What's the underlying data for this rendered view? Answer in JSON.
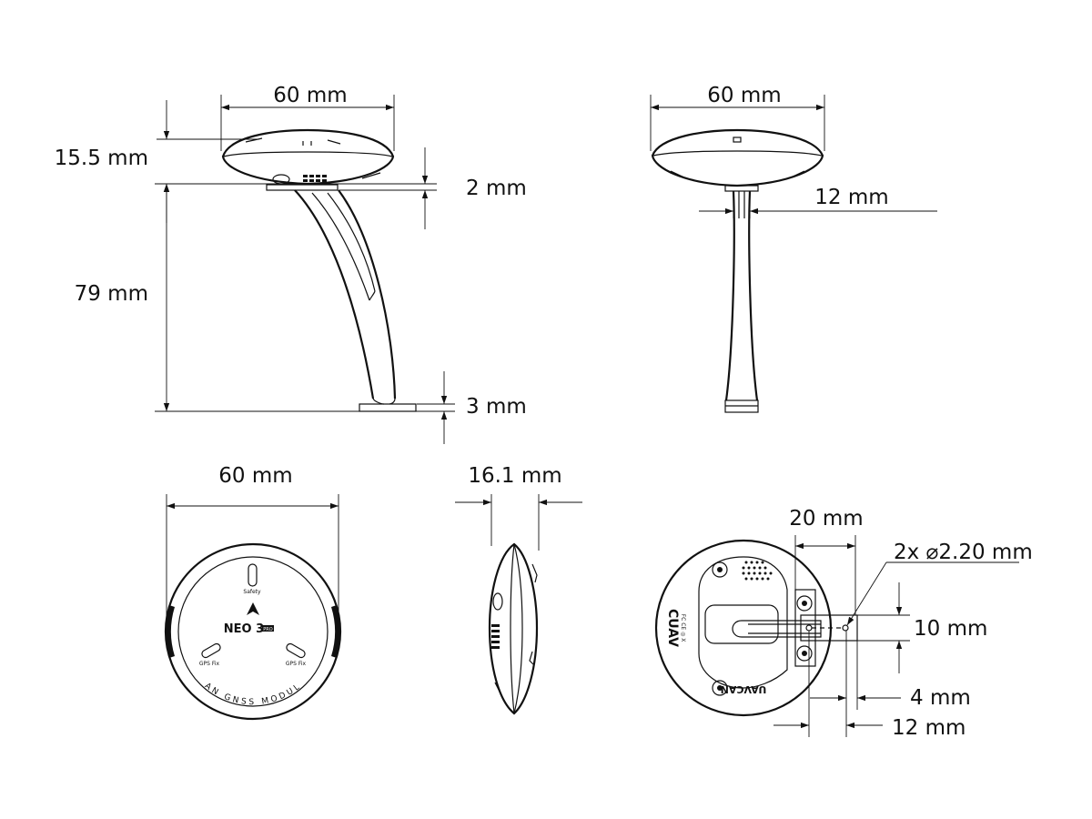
{
  "views": {
    "side": {
      "width_label": "60 mm",
      "height_label": "15.5 mm",
      "gap_label": "2 mm",
      "stand_label": "79 mm",
      "base_label": "3 mm"
    },
    "front": {
      "width_label": "60 mm",
      "stem_label": "12 mm"
    },
    "top": {
      "width_label": "60 mm",
      "safety_label": "Safety",
      "brand_label": "NEO 3",
      "brand_suffix": "PRO",
      "gps_left_label": "GPS Fix",
      "gps_right_label": "GPS Fix",
      "ring_text": "CAN GNSS MODULE"
    },
    "profile": {
      "thickness_label": "16.1 mm"
    },
    "bottom": {
      "hole_spacing_label": "20 mm",
      "hole_diameter_label": "2x ⌀2.20 mm",
      "height_label": "10 mm",
      "offset_small_label": "4 mm",
      "offset_large_label": "12 mm",
      "brand_label": "UAVCAN",
      "brand_label_2": "CUAV",
      "cert_label": "FC CE ◎ Ⅹ"
    }
  }
}
